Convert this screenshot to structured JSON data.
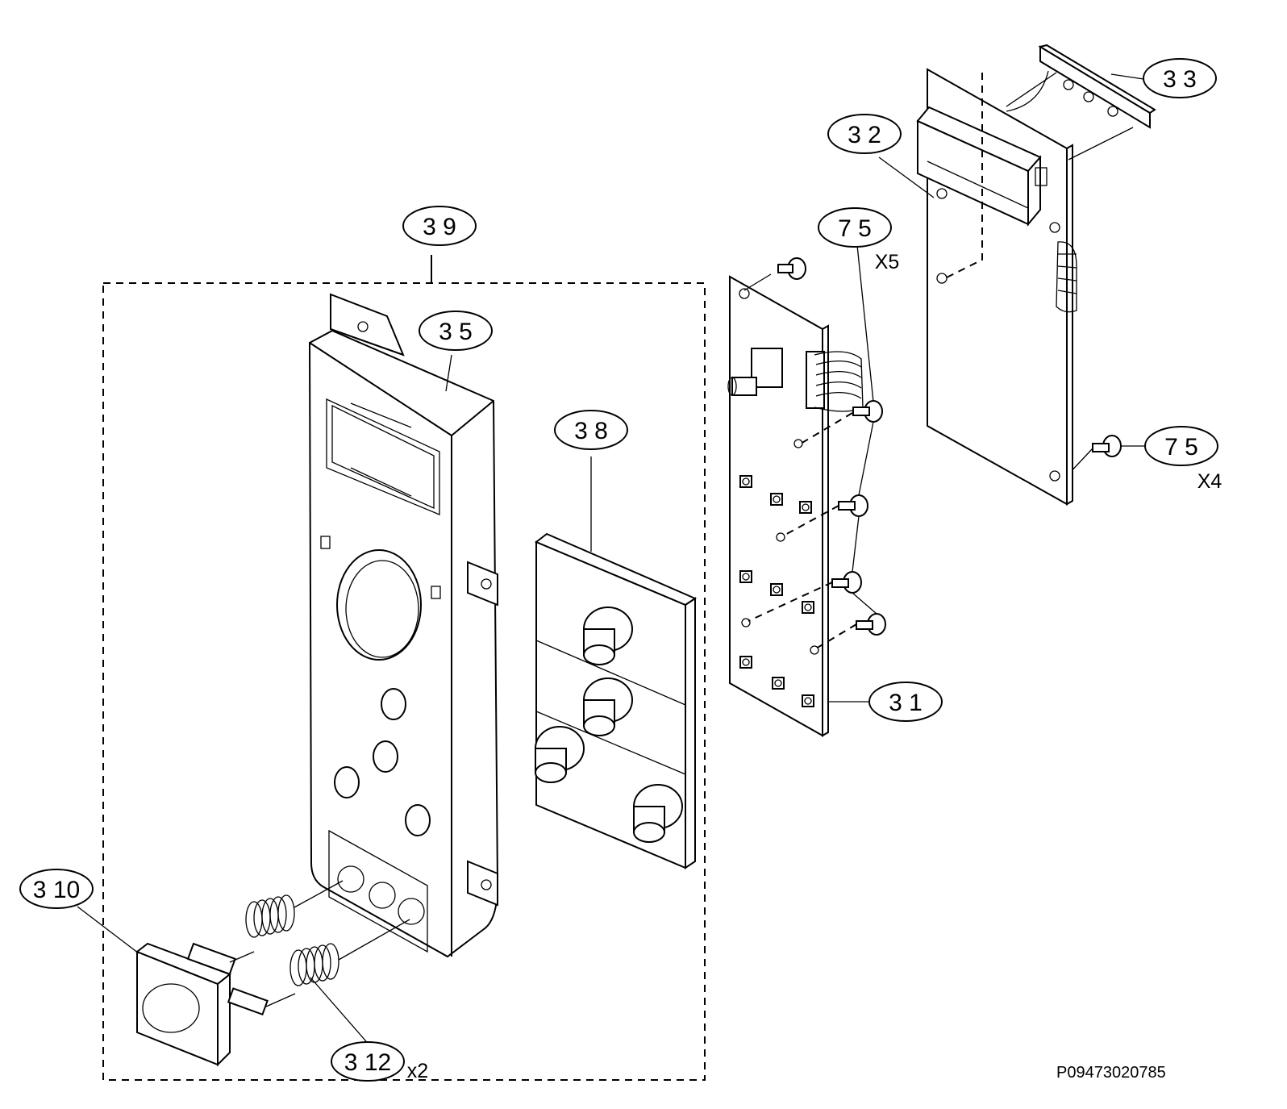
{
  "diagram": {
    "callouts": [
      {
        "id": "c33",
        "text": "3 3"
      },
      {
        "id": "c32",
        "text": "3 2"
      },
      {
        "id": "c39",
        "text": "3 9"
      },
      {
        "id": "c75a",
        "text": "7 5",
        "qty": "X5"
      },
      {
        "id": "c35",
        "text": "3 5"
      },
      {
        "id": "c38",
        "text": "3 8"
      },
      {
        "id": "c75b",
        "text": "7 5",
        "qty": "X4"
      },
      {
        "id": "c31",
        "text": "3 1"
      },
      {
        "id": "c310",
        "text": "3 10"
      },
      {
        "id": "c312",
        "text": "3 12",
        "qty": "x2"
      }
    ],
    "code": "P09473020785"
  }
}
